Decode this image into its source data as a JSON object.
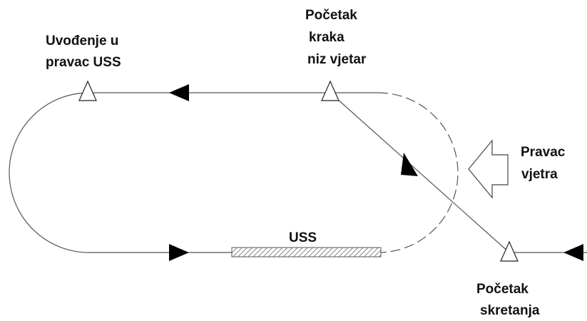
{
  "labels": {
    "intercept_line1": "Uvođenje u",
    "intercept_line2": "pravac USS",
    "downwind_line1": "Početak",
    "downwind_line2": "kraka",
    "downwind_line3": "niz vjetar",
    "wind_line1": "Pravac",
    "wind_line2": "vjetra",
    "runway": "USS",
    "turn_line1": "Početak",
    "turn_line2": "skretanja"
  }
}
